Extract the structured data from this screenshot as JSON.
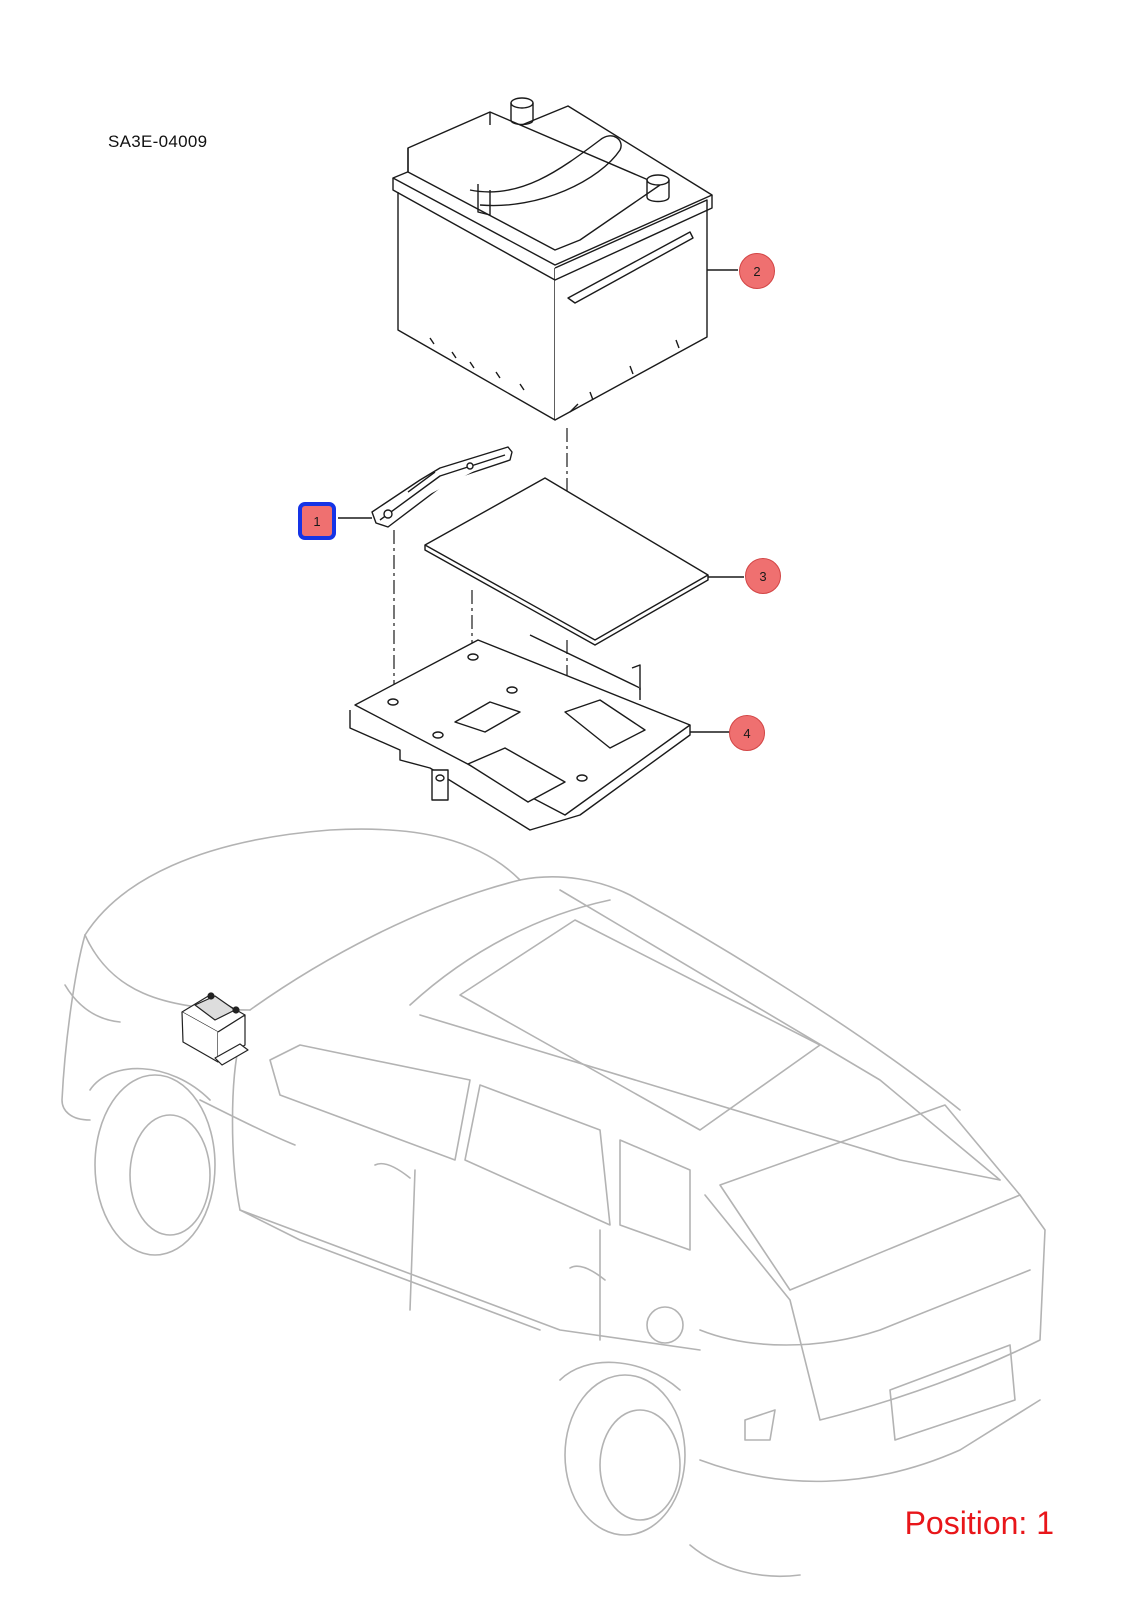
{
  "diagram_code": "SA3E-04009",
  "position_text": "Position: 1",
  "callouts": [
    {
      "label": "1",
      "selected": true
    },
    {
      "label": "2",
      "selected": false
    },
    {
      "label": "3",
      "selected": false
    },
    {
      "label": "4",
      "selected": false
    }
  ],
  "colors": {
    "line": "#1a1a1a",
    "car_line": "#b3b3b3",
    "callout_fill": "#ef7070",
    "selected_outline": "#1534e6",
    "position_text": "#e8161a"
  },
  "icons": {
    "battery": "battery-icon",
    "insulation_pad": "insulation-pad-icon",
    "battery_tray": "battery-tray-icon",
    "hold_down_clamp": "hold-down-clamp-icon",
    "vehicle": "suv-vehicle-icon"
  }
}
